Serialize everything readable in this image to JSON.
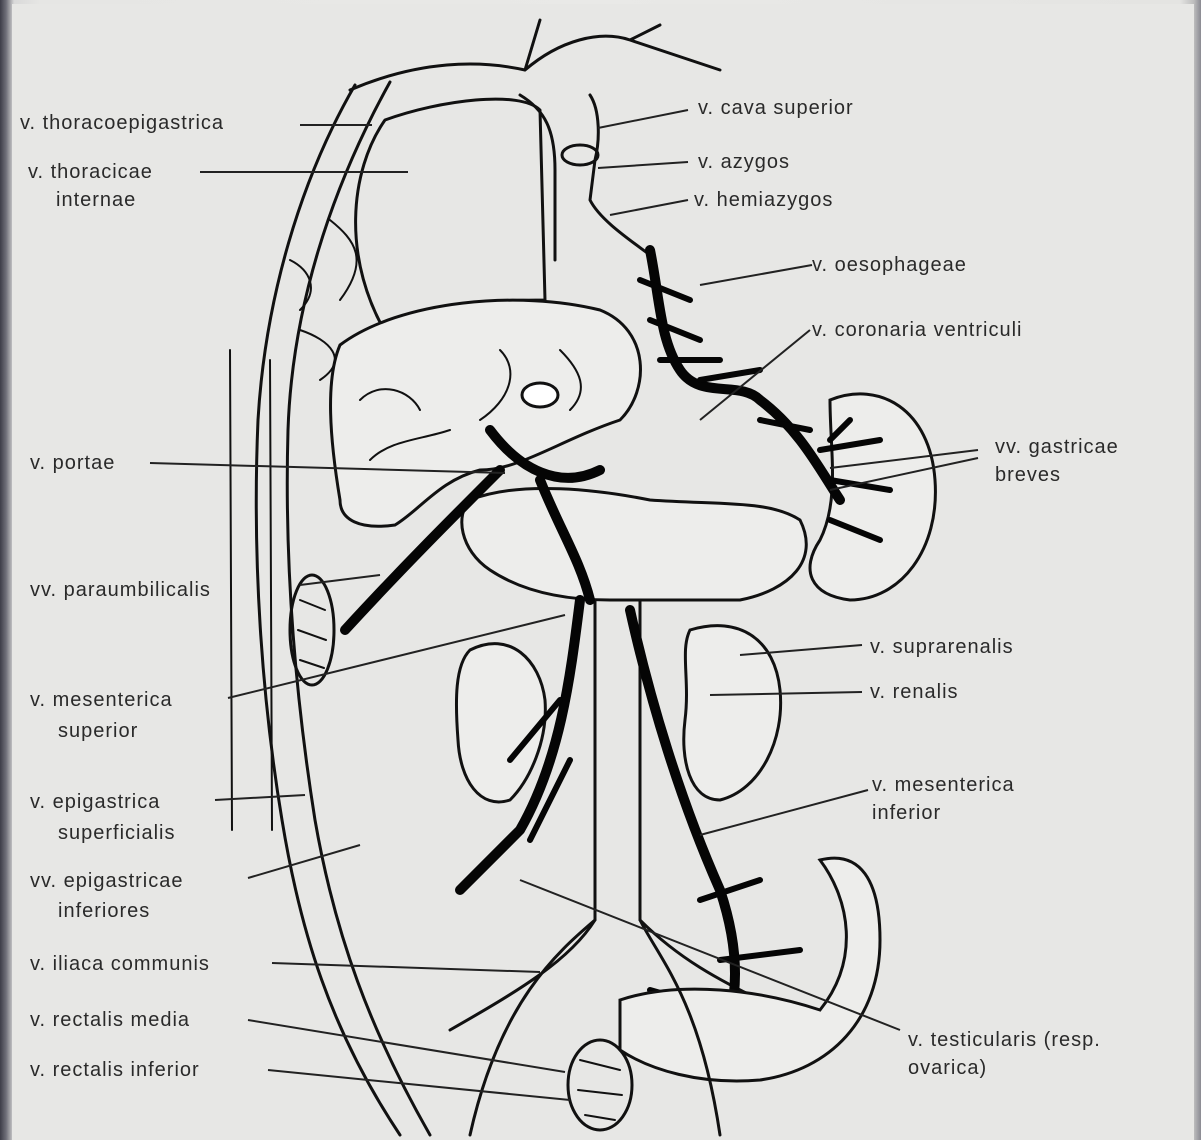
{
  "labels": {
    "thoracoepigastrica": "v. thoracoepigastrica",
    "thoracicae_1": "v. thoracicae",
    "thoracicae_2": "internae",
    "portae": "v. portae",
    "paraumbilicalis": "vv. paraumbilicalis",
    "mesenterica_sup_1": "v. mesenterica",
    "mesenterica_sup_2": "superior",
    "epigastrica_sup_1": "v. epigastrica",
    "epigastrica_sup_2": "superficialis",
    "epigastricae_inf_1": "vv. epigastricae",
    "epigastricae_inf_2": "inferiores",
    "iliaca": "v. iliaca communis",
    "rectalis_media": "v. rectalis media",
    "rectalis_inferior": "v. rectalis inferior",
    "cava_superior": "v. cava superior",
    "azygos": "v. azygos",
    "hemiazygos": "v. hemiazygos",
    "oesophageae": "v. oesophageae",
    "coronaria": "v. coronaria ventriculi",
    "gastricae_1": "vv. gastricae",
    "gastricae_2": "breves",
    "suprarenalis": "v. suprarenalis",
    "renalis": "v. renalis",
    "mesenterica_inf_1": "v. mesenterica",
    "mesenterica_inf_2": "inferior",
    "testicularis_1": "v. testicularis (resp.",
    "testicularis_2": "ovarica)"
  }
}
